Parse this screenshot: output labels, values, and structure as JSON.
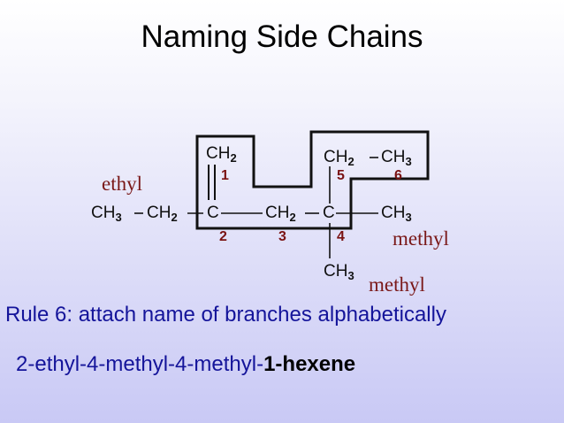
{
  "title": "Naming Side Chains",
  "structure": {
    "chain_left": {
      "ch3": "CH",
      "ch3_sub": "3",
      "ch2": "CH",
      "ch2_sub": "2"
    },
    "top_ch2": {
      "text": "CH",
      "sub": "2"
    },
    "c2": "C",
    "mid_ch2": {
      "text": "CH",
      "sub": "2"
    },
    "c4": "C",
    "right_ch3": {
      "text": "CH",
      "sub": "3"
    },
    "upper_ch2": {
      "text": "CH",
      "sub": "2"
    },
    "upper_ch3": {
      "text": "CH",
      "sub": "3"
    },
    "bottom_ch3": {
      "text": "CH",
      "sub": "3"
    },
    "numbers": [
      "1",
      "2",
      "3",
      "4",
      "5",
      "6"
    ],
    "labels": {
      "ethyl": "ethyl",
      "methyl_right": "methyl",
      "methyl_bottom": "methyl"
    },
    "colors": {
      "numbers": "#7a1212",
      "labels": "#7a1818",
      "bracket": "#111111"
    }
  },
  "rule": "Rule 6: attach name of branches alphabetically",
  "iupac_name": {
    "prefix": "2-ethyl-4-methyl-4-methyl-",
    "parent": "1-hexene"
  },
  "colors": {
    "rule_text": "#14149a",
    "title_text": "#000000"
  }
}
